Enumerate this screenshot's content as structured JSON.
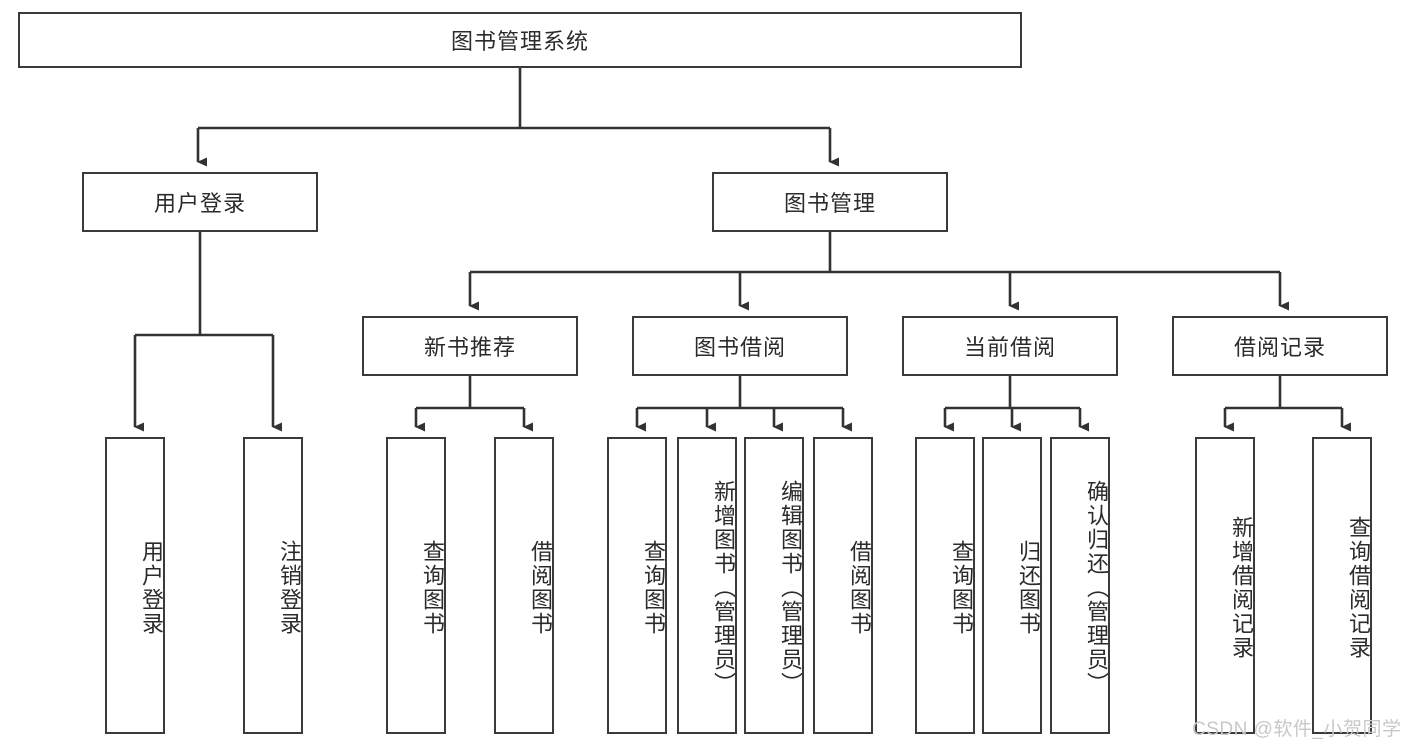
{
  "diagram": {
    "type": "tree-hierarchy",
    "title": "图书管理系统",
    "line_color": "#3a3a3a",
    "text_color": "#2b2b2b",
    "background": "#ffffff",
    "watermark": "CSDN @软件_小贺同学",
    "nodes": {
      "root": "图书管理系统",
      "level2": {
        "user_login": "用户登录",
        "book_manage": "图书管理"
      },
      "level3": {
        "new_book_recommend": "新书推荐",
        "book_borrow": "图书借阅",
        "current_borrow": "当前借阅",
        "borrow_record": "借阅记录"
      },
      "leaves": {
        "user_login_1": "用户登录",
        "user_login_2": "注销登录",
        "new_book_1": "查询图书",
        "new_book_2": "借阅图书",
        "borrow_1": "查询图书",
        "borrow_2": "新增图书（管理员）",
        "borrow_3": "编辑图书（管理员）",
        "borrow_4": "借阅图书",
        "current_1": "查询图书",
        "current_2": "归还图书",
        "current_3": "确认归还（管理员）",
        "record_1": "新增借阅记录",
        "record_2": "查询借阅记录"
      }
    }
  }
}
